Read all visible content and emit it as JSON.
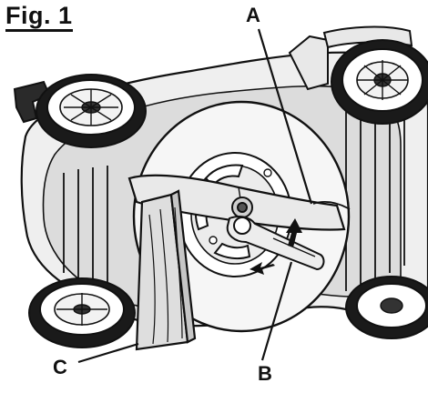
{
  "figure": {
    "title": "Fig. 1",
    "callouts": {
      "a": "A",
      "b": "B",
      "c": "C"
    }
  },
  "colors": {
    "line": "#111111",
    "body_shade": "#e6e6e6",
    "deck_fill": "#f4f4f4",
    "tire": "#1a1a1a",
    "block_wood": "#d8d8d8"
  },
  "icons": {
    "rotation_arrow_up": "arrow-up-icon",
    "rotation_arrow_left": "arrow-left-icon"
  }
}
